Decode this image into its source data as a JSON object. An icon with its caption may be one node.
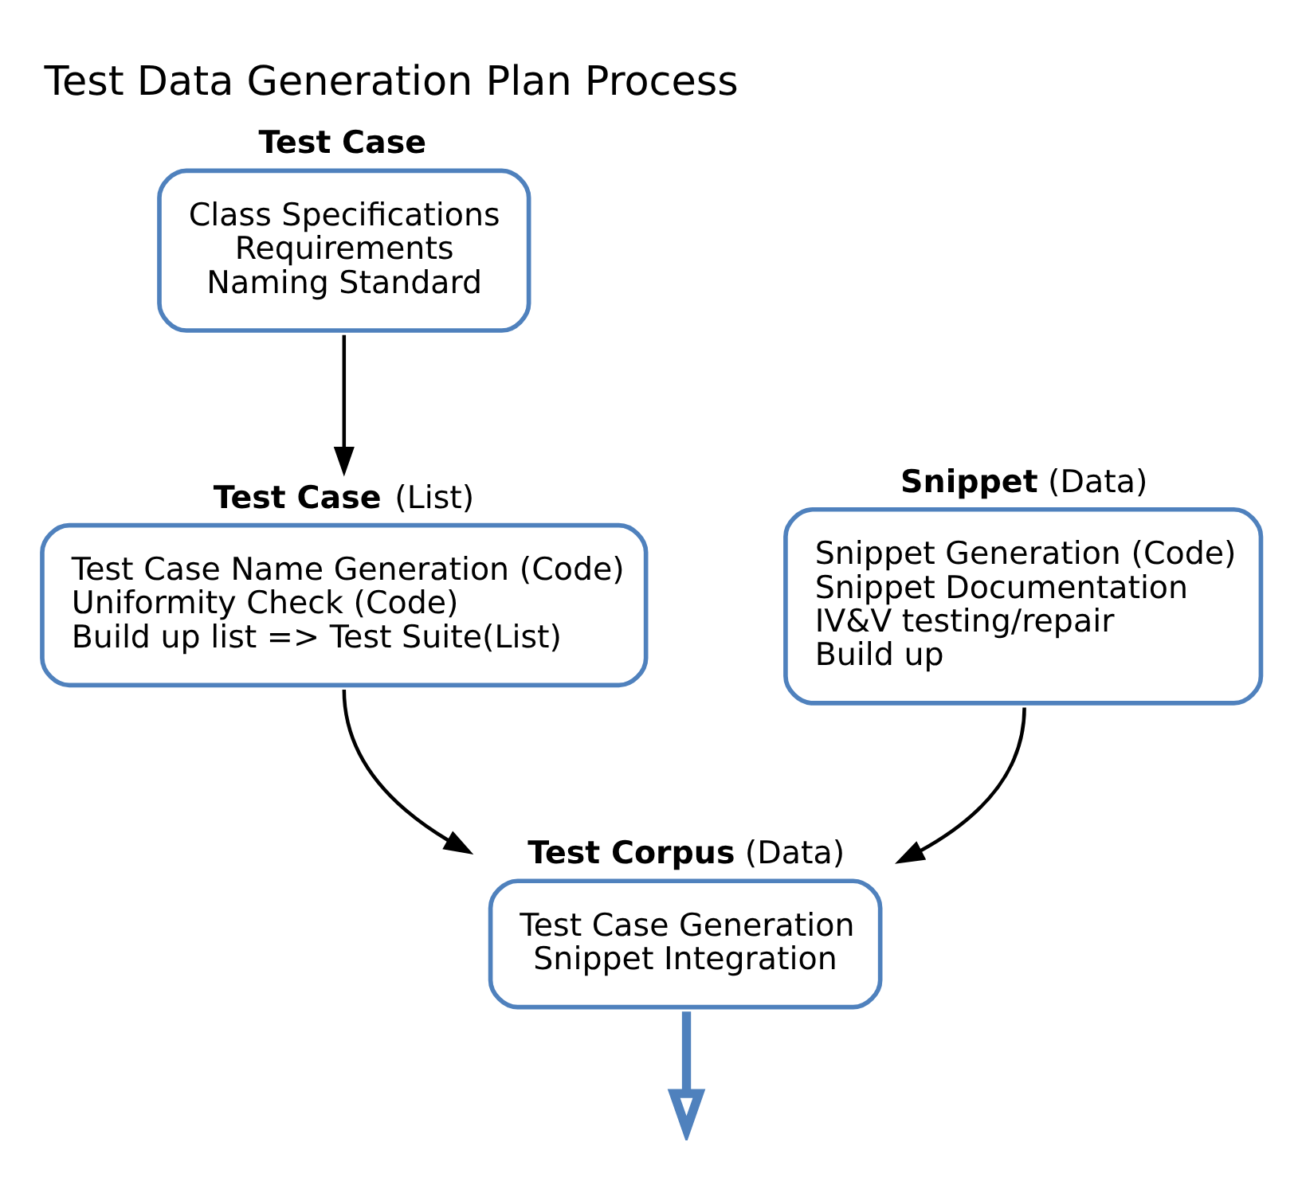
{
  "diagram": {
    "title": "Test Data Generation Plan Process",
    "nodes": [
      {
        "text": [
          "Test Case",
          "Class Specifications",
          "Requirements",
          "Naming Standard"
        ]
      },
      {
        "text": [
          "**Snippet** (Data)",
          "Snippet Generation (Code)",
          "Snippet Documentation",
          "IV&V testing/repair",
          "Build up"
        ]
      },
      {
        "text": [
          "**Test Case** (List)",
          "Test Case Name Generation (Code)",
          "Uniformity Check (Code)",
          "Build up list => Test Suite(List)"
        ]
      },
      {
        "text": [
          "**Test Corpus** (Data)",
          "Test Case Generation",
          "Snippet Integration"
        ]
      }
    ],
    "edges": [
      {
        "from": 0,
        "to": 2,
        "arrow": "to"
      },
      {
        "from": 1,
        "to": 3,
        "arrow": "to"
      },
      {
        "from": 2,
        "to": 3,
        "arrow": "to"
      },
      {
        "from": 3,
        "to": null,
        "arrow": "to",
        "style": "thick",
        "color": "#4f81bd"
      }
    ]
  }
}
